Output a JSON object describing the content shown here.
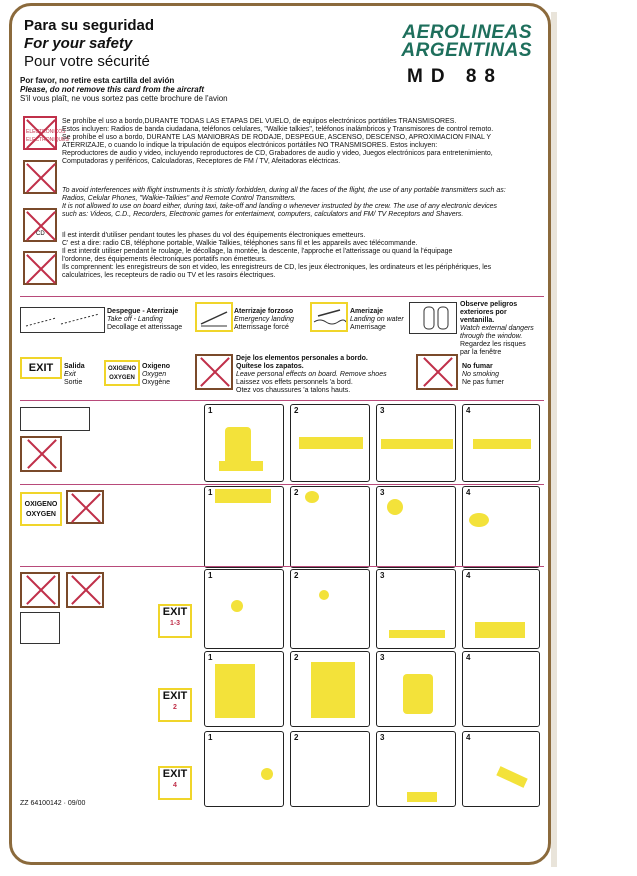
{
  "header": {
    "title_es": "Para su seguridad",
    "title_en": "For your safety",
    "title_fr": "Pour votre sécurité",
    "notice_es": "Por favor, no retire esta cartilla del avión",
    "notice_en": "Please, do not remove this card from the aircraft",
    "notice_fr": "S'il vous plaît, ne vous sortez pas cette brochure de l'avion",
    "brand_line1": "AEROLINEAS",
    "brand_line2": "ARGENTINAS",
    "model": "MD 88"
  },
  "electronics": {
    "icon1_label": "ELECTRONICOS ELECTRONIQUES",
    "es_1": "Se prohíbe el uso a bordo,DURANTE TODAS LAS ETAPAS DEL VUELO, de equipos electrónicos portátiles TRANSMISORES.",
    "es_2": "Estos incluyen: Radios de banda ciudadana, teléfonos celulares, \"Walkie talkies\", teléfonos inalámbricos y Transmisores de control remoto.",
    "es_3": "Se prohíbe el uso a bordo, DURANTE LAS MANIOBRAS DE RODAJE, DESPEGUE, ASCENSO, DESCENSO, APROXIMACION FINAL Y",
    "es_4": "ATERRIZAJE, o cuando lo indique la tripulación de equipos electrónicos portátiles NO TRANSMISORES. Estos incluyen:",
    "es_5": "Reproductores de audio y video, incluyendo reproductores de CD, Grabadores de audio y video, Juegos electrónicos para entretenimiento,",
    "es_6": "Computadoras y periféricos, Calculadoras, Receptores de FM / TV, Afeitadoras eléctricas.",
    "en_1": "To avoid interferences with flight instruments it is strictly forbidden, during all the faces of the flight, the use of any portable transmitters such as:",
    "en_2": "Radios, Celular Phones, \"Walkie-Talkies\" and Remote Control Transmitters.",
    "en_3": "It is not allowed to use on board either, during taxi, take-off and landing o whenever instructed by the crew. The use of any electronic devices",
    "en_4": "such as: Videos, C.D., Recorders, Electronic games for entertaiment, computers, calculators and FM/ TV Receptors and Shavers.",
    "fr_1": "Il est interdit d'utiliser pendant toutes les phases du vol des équipements électroniques emetteurs.",
    "fr_2": "C' est a dire: radio CB, téléphone portable, Walkie Talkies, téléphones sans fil et les appareils avec télécommande.",
    "fr_3": "Il est interdit utiliser pendant le roulage, le décollage, la montée, la descente, l'approche et l'atterissage ou quand la l'équipage",
    "fr_4": "l'ordonne, des équipements électroniques portatifs non émetteurs.",
    "fr_5": "Ils comprennent: les enregistreurs de son et video, les enregistreurs de CD, les jeux électroniques, les ordinateurs et les périphériques, les",
    "fr_6": "calculatrices, les recepteurs de radio ou TV et les rasoirs électriques.",
    "cd_label": "CD"
  },
  "legend": {
    "takeoff": {
      "es": "Despegue - Aterrizaje",
      "en": "Take off - Landing",
      "fr": "Decollage et atterissage"
    },
    "forced": {
      "es": "Aterrizaje forzoso",
      "en": "Emergency landing",
      "fr": "Atterrissage forcé"
    },
    "water": {
      "es": "Amerizaje",
      "en": "Landing on water",
      "fr": "Amerrisage"
    },
    "window": {
      "es1": "Observe peligros",
      "es2": "exteriores por ventanilla.",
      "en1": "Watch external dangers",
      "en2": "through the window.",
      "fr1": "Regardez les risques",
      "fr2": "par la fenêtre"
    },
    "exit": {
      "box": "EXIT",
      "es": "Salida",
      "en": "Exit",
      "fr": "Sortie"
    },
    "oxygen": {
      "box1": "OXIGENO",
      "box2": "OXYGEN",
      "es": "Oxigeno",
      "en": "Oxygen",
      "fr": "Oxygène"
    },
    "belongings": {
      "es1": "Deje los elementos personales a bordo.",
      "es2": "Quítese los zapatos.",
      "en": "Leave personal effects on board. Remove shoes",
      "fr1": "Laissez vos effets personnels 'a bord.",
      "fr2": "Otez vos chaussures 'a talons hauts."
    },
    "nosmoking": {
      "es": "No fumar",
      "en": "No smoking",
      "fr": "Ne pas fumer"
    }
  },
  "sections": {
    "seatbelt_steps": [
      "1",
      "2",
      "3",
      "4"
    ],
    "oxygen_steps": [
      "1",
      "2",
      "3",
      "4"
    ],
    "oxygen_box1": "OXIGENO",
    "oxygen_box2": "OXYGEN",
    "exit_rows": [
      {
        "label": "EXIT",
        "sub": "1-3",
        "steps": [
          "1",
          "2",
          "3",
          "4"
        ]
      },
      {
        "label": "EXIT",
        "sub": "2",
        "steps": [
          "1",
          "2",
          "3",
          "4"
        ]
      },
      {
        "label": "EXIT",
        "sub": "4",
        "steps": [
          "1",
          "2",
          "3",
          "4"
        ]
      }
    ]
  },
  "footer": {
    "code": "ZZ 64100142 · 09/00"
  },
  "colors": {
    "border": "#8b6a3c",
    "brand": "#1e6f5c",
    "accent": "#c0304a",
    "yellow": "#f0d52a"
  }
}
